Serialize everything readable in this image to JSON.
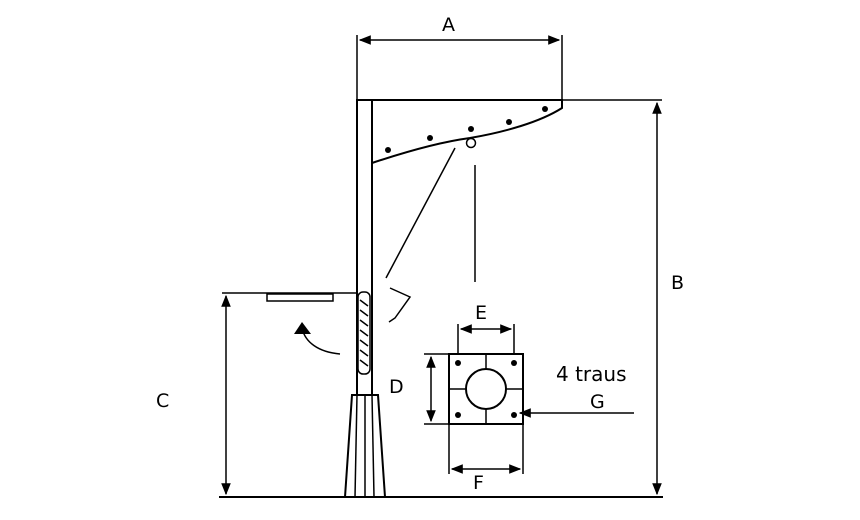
{
  "labels": {
    "a": "A",
    "b": "B",
    "c": "C",
    "d": "D",
    "e": "E",
    "f": "F",
    "g": "G",
    "bolt_note": "4 traus"
  }
}
